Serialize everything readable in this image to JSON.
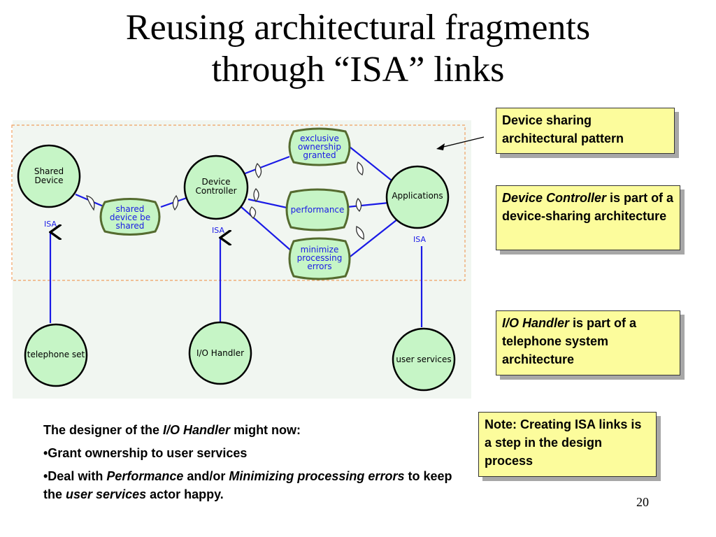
{
  "title": {
    "line1": "Reusing architectural fragments",
    "line2": "through “ISA” links"
  },
  "diagram": {
    "actors": {
      "shared_device": [
        "Shared",
        "Device"
      ],
      "device_controller": [
        "Device",
        "Controller"
      ],
      "applications": "Applications",
      "telephone_set": "telephone set",
      "io_handler": "I/O Handler",
      "user_services": "user services"
    },
    "softgoals": {
      "shared_device_be_shared": [
        "shared",
        "device be",
        "shared"
      ],
      "exclusive_ownership_granted": [
        "exclusive",
        "ownership",
        "granted"
      ],
      "performance": "performance",
      "minimize_processing_errors": [
        "minimize",
        "processing",
        "errors"
      ]
    },
    "isa_label": "ISA"
  },
  "callouts": {
    "pattern": "Device sharing architectural pattern",
    "device_controller": {
      "emph": "Device Controller",
      "rest": " is part of a device-sharing architecture"
    },
    "io_handler": {
      "emph": "I/O Handler",
      "rest": " is part of a telephone system architecture"
    },
    "note": "Note: Creating ISA links is a step in the design process"
  },
  "designer": {
    "intro_before": "The designer of the ",
    "intro_emph": "I/O Handler",
    "intro_after": " might now:",
    "bullet1": "•Grant ownership to user services",
    "bullet2_a": "•Deal with ",
    "bullet2_b": "Performance",
    "bullet2_c": " and/or ",
    "bullet2_d": "Minimizing processing errors",
    "bullet2_e": " to keep the ",
    "bullet2_f": "user services",
    "bullet2_g": " actor happy."
  },
  "page_number": "20",
  "colors": {
    "panel": "#f1f6f1",
    "node_fill": "#c6f5c6",
    "link": "#1a1ae6",
    "boundary": "#f0a060",
    "softgoal_border": "#556b2f"
  }
}
